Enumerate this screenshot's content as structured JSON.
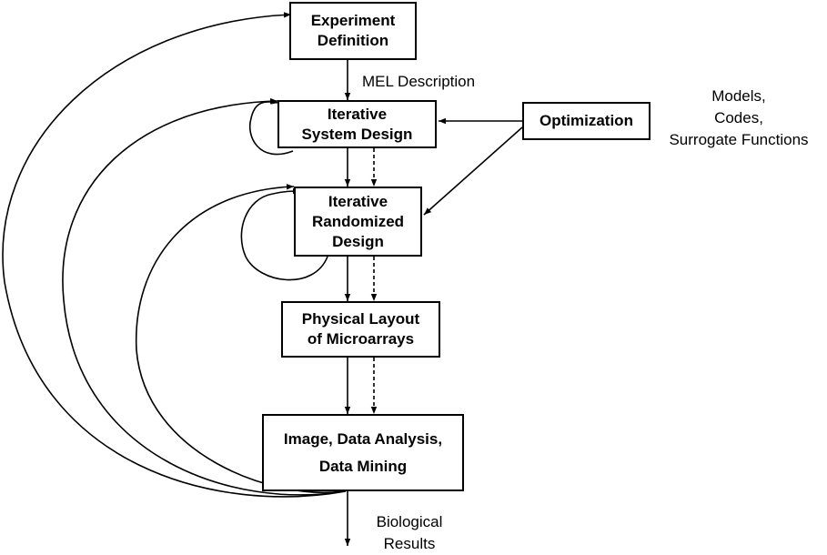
{
  "boxes": {
    "experiment_definition": [
      "Experiment",
      "Definition"
    ],
    "iterative_system_design": [
      "Iterative",
      "System Design"
    ],
    "iterative_randomized_design": [
      "Iterative",
      "Randomized",
      "Design"
    ],
    "physical_layout": [
      "Physical Layout",
      "of Microarrays"
    ],
    "image_data_analysis": [
      "Image, Data Analysis,",
      "Data Mining"
    ],
    "optimization": [
      "Optimization"
    ]
  },
  "labels": {
    "mel_description": "MEL Description",
    "optimization_inputs": [
      "Models,",
      "Codes,",
      "Surrogate Functions"
    ],
    "biological_results": [
      "Biological",
      "Results"
    ]
  }
}
